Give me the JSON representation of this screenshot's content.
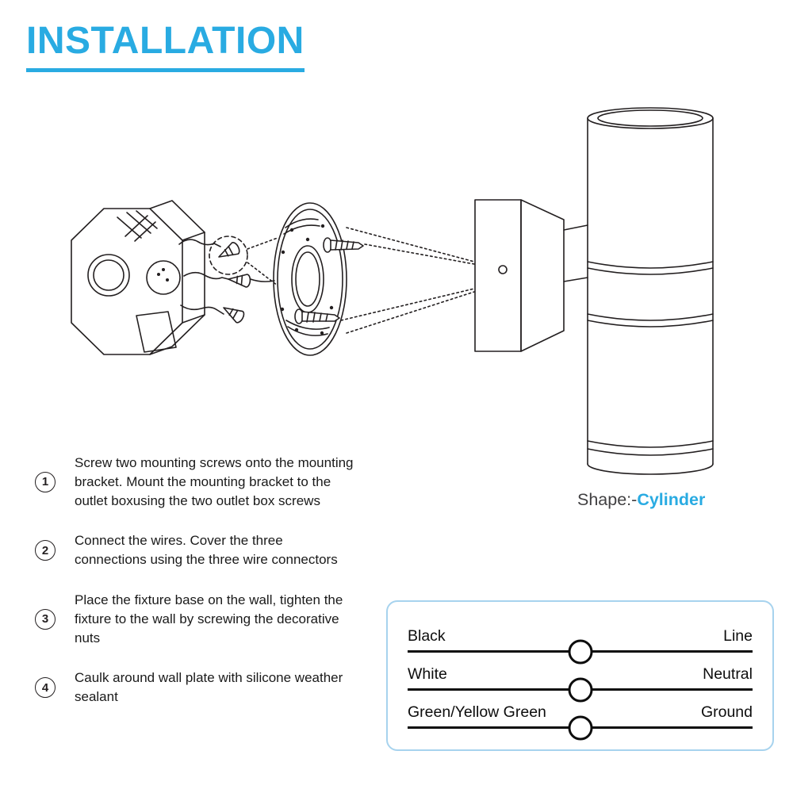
{
  "title": "INSTALLATION",
  "steps": [
    {
      "num": "1",
      "text": "Screw two mounting screws onto the mounting bracket. Mount the mounting bracket to the outlet boxusing the two outlet box screws"
    },
    {
      "num": "2",
      "text": "Connect the wires. Cover the three connections using the three wire connectors"
    },
    {
      "num": "3",
      "text": "Place the fixture base on the wall, tighten the fixture to the wall by screwing the decorative nuts"
    },
    {
      "num": "4",
      "text": "Caulk around wall plate with silicone weather sealant"
    }
  ],
  "shape": {
    "prefix": "Shape:-",
    "value": "Cylinder"
  },
  "wiring_table": {
    "rows": [
      {
        "left": "Black",
        "right": "Line"
      },
      {
        "left": "White",
        "right": "Neutral"
      },
      {
        "left": "Green/Yellow Green",
        "right": "Ground"
      }
    ]
  },
  "diagram": {
    "parts": [
      "outlet-box",
      "wires",
      "wire-connectors",
      "mounting-bracket",
      "mounting-screws",
      "wall-plate",
      "cylinder-fixture"
    ]
  },
  "colors": {
    "accent_blue": "#29ABE2",
    "wiring_box_border": "#A7D3EE",
    "text": "#231F20",
    "line_black": "#0d0d0d"
  }
}
